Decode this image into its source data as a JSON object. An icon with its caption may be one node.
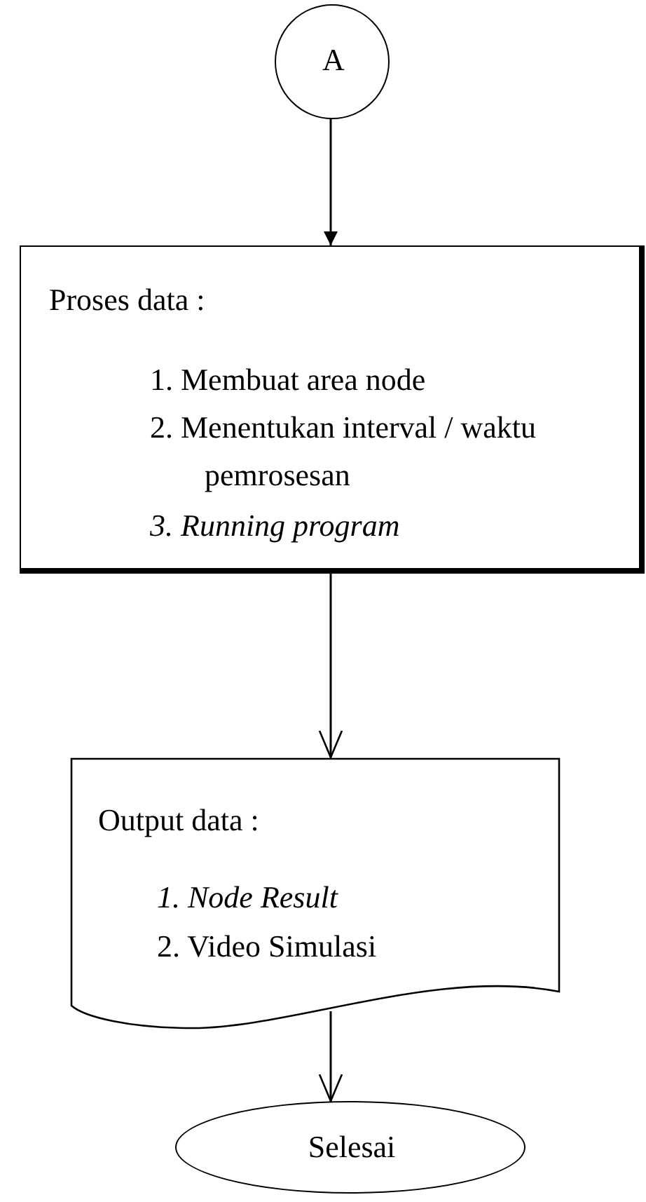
{
  "diagram": {
    "nodes": [
      {
        "text": [
          "A"
        ]
      },
      {
        "text": [
          "Proses data :",
          "1. Membuat area node",
          "2. Menentukan interval / waktu pemrosesan",
          "3. Running program"
        ]
      },
      {
        "text": [
          "Output  data :",
          "1. Node Result",
          "2. Video Simulasi"
        ]
      },
      {
        "text": [
          "Selesai"
        ]
      }
    ],
    "edges": [
      {
        "from": 0,
        "to": 1,
        "arrow": "to"
      },
      {
        "from": 1,
        "to": 2,
        "arrow": "to"
      },
      {
        "from": 2,
        "to": 3,
        "arrow": "to"
      }
    ]
  }
}
